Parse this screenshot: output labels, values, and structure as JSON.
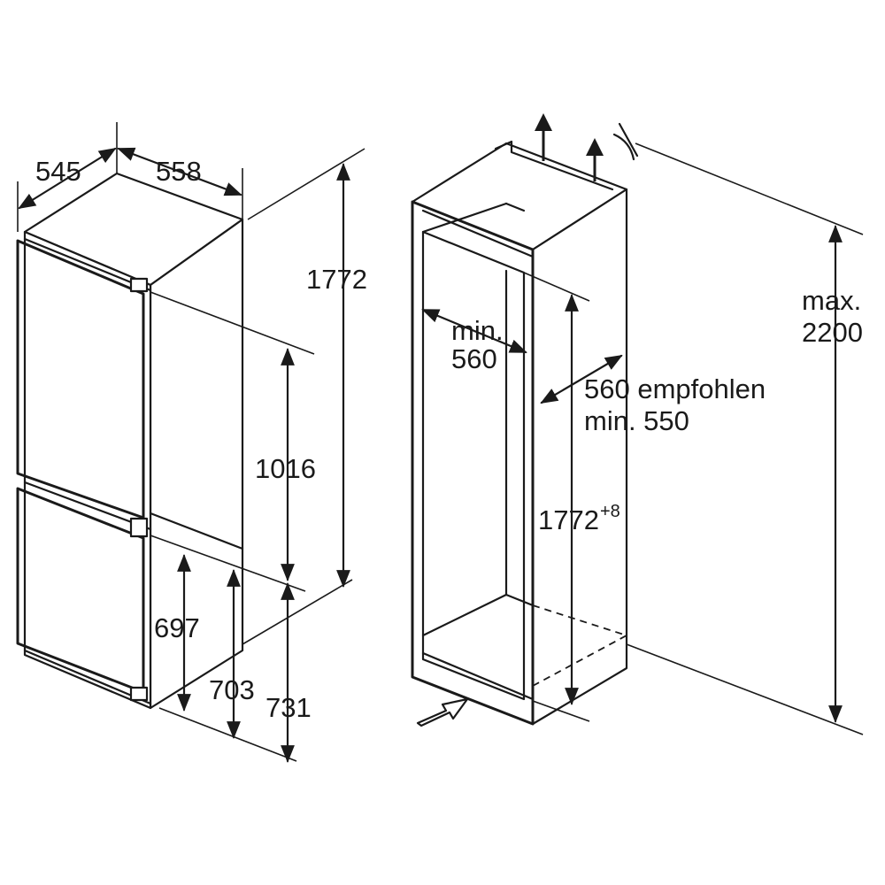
{
  "appliance": {
    "depth": "545",
    "width": "558",
    "height": "1772",
    "fridge_height": "1016",
    "freezer_height": "697",
    "lower_703": "703",
    "lower_731": "731"
  },
  "niche": {
    "min_width_line1": "min.",
    "min_width_line2": "560",
    "depth_line1": "560 empfohlen",
    "depth_line2": "min. 550",
    "height_main": "1772",
    "height_tolerance": "+8",
    "max_height_line1": "max.",
    "max_height_line2": "2200"
  }
}
